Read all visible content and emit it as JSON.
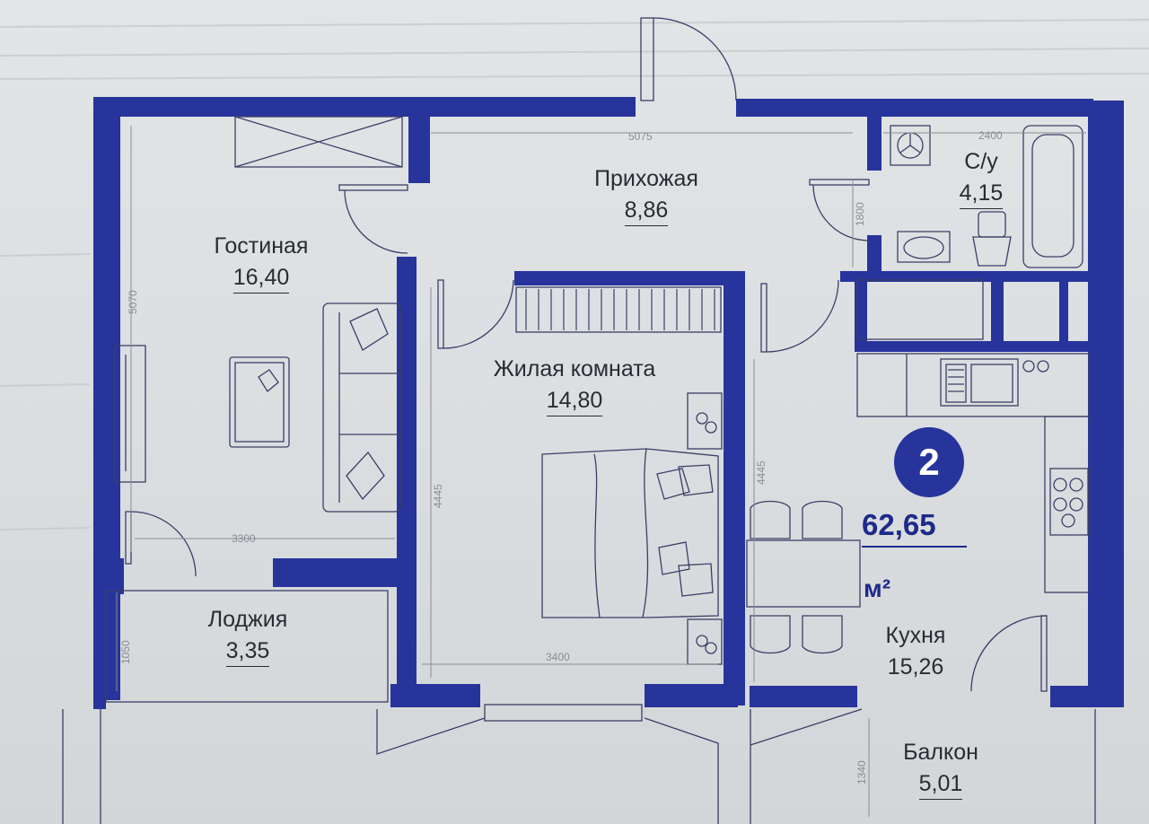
{
  "plan": {
    "apartment_number": "2",
    "total_area": "62,65",
    "area_unit": "м²",
    "rooms": [
      {
        "name": "Гостиная",
        "area": "16,40"
      },
      {
        "name": "Прихожая",
        "area": "8,86"
      },
      {
        "name": "С/у",
        "area": "4,15"
      },
      {
        "name": "Жилая комната",
        "area": "14,80"
      },
      {
        "name": "Лоджия",
        "area": "3,35"
      },
      {
        "name": "Кухня",
        "area": "15,26"
      },
      {
        "name": "Балкон",
        "area": "5,01"
      }
    ],
    "dimensions": [
      "5070",
      "5075",
      "2400",
      "1800",
      "3300",
      "4445",
      "4445",
      "3400",
      "1050",
      "1340"
    ],
    "colors": {
      "walls": "#27349c",
      "badge": "#27349c",
      "text": "#2b2b33"
    }
  }
}
